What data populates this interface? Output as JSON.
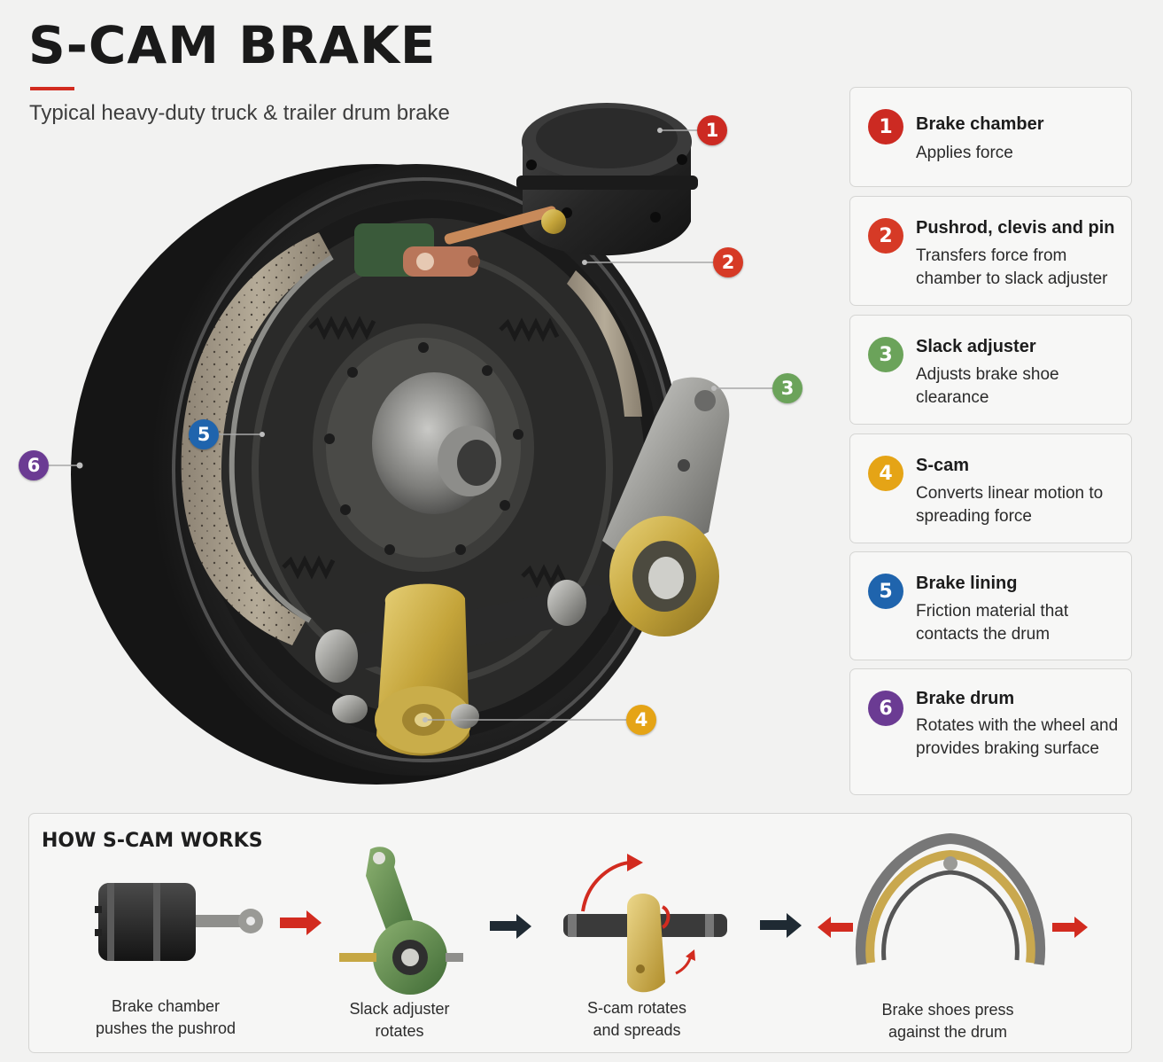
{
  "header": {
    "title": "S-CAM BRAKE",
    "subtitle": "Typical heavy-duty truck & trailer drum brake"
  },
  "colors": {
    "accent_red": "#d22b1f",
    "c1": "#cc2a22",
    "c2": "#d63a26",
    "c3": "#6ba35a",
    "c4": "#e5a416",
    "c5": "#1f64ad",
    "c6": "#6b3b93"
  },
  "callouts": [
    "1",
    "2",
    "3",
    "4",
    "5",
    "6"
  ],
  "legend": [
    {
      "num": "1",
      "name": "Brake chamber",
      "desc": "Applies force"
    },
    {
      "num": "2",
      "name": "Pushrod, clevis and pin",
      "desc": "Transfers force from chamber to slack adjuster"
    },
    {
      "num": "3",
      "name": "Slack adjuster",
      "desc": "Adjusts brake shoe clearance"
    },
    {
      "num": "4",
      "name": "S-cam",
      "desc": "Converts linear motion to spreading force"
    },
    {
      "num": "5",
      "name": "Brake lining",
      "desc": "Friction material that contacts the drum"
    },
    {
      "num": "6",
      "name": "Brake drum",
      "desc": "Rotates with the wheel and provides braking surface"
    }
  ],
  "how_it_works": {
    "title": "HOW S-CAM WORKS",
    "steps": [
      {
        "caption_1": "Brake chamber",
        "caption_2": "pushes the pushrod"
      },
      {
        "caption_1": "Slack adjuster",
        "caption_2": "rotates"
      },
      {
        "caption_1": "S-cam rotates",
        "caption_2": "and spreads"
      },
      {
        "caption_1": "Brake shoes press",
        "caption_2": "against the drum"
      }
    ]
  }
}
